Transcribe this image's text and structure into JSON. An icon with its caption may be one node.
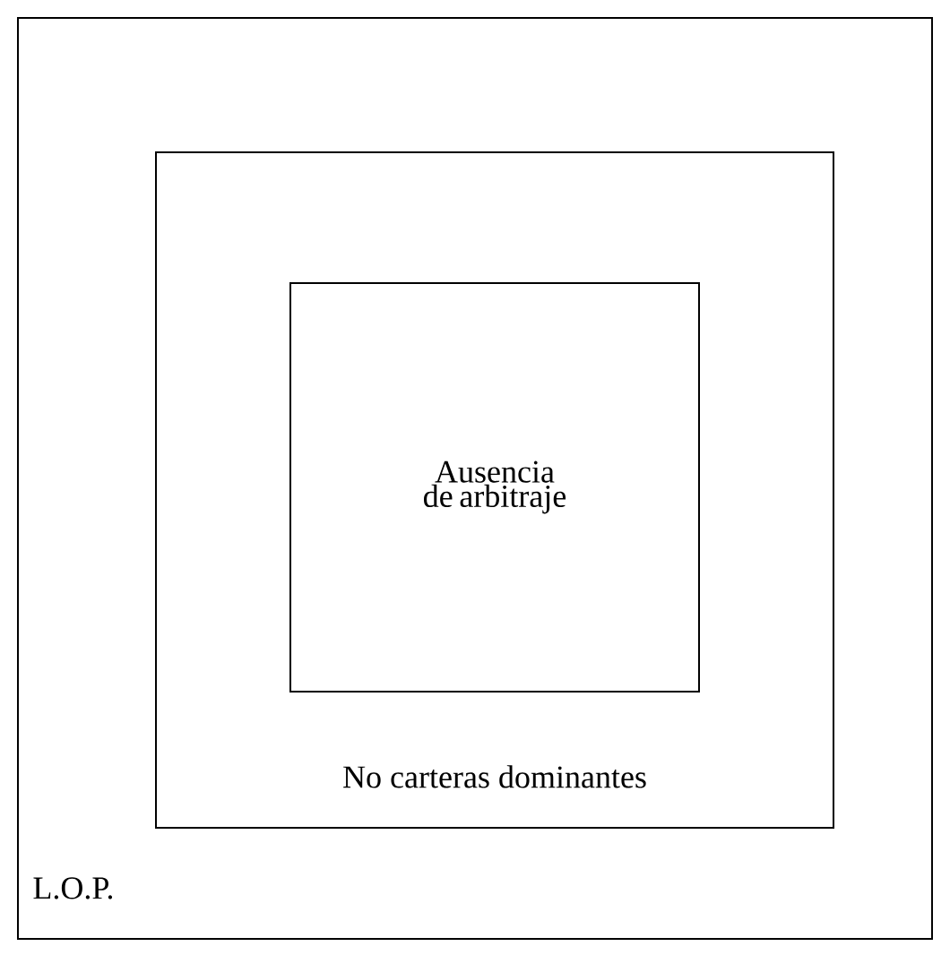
{
  "diagram": {
    "nodes": [
      {
        "text": [
          "L.O.P."
        ]
      },
      {
        "text": [
          "No carteras dominantes"
        ],
        "in": 0
      },
      {
        "text": [
          "Ausencia de arbitraje"
        ],
        "in": 1
      }
    ]
  }
}
